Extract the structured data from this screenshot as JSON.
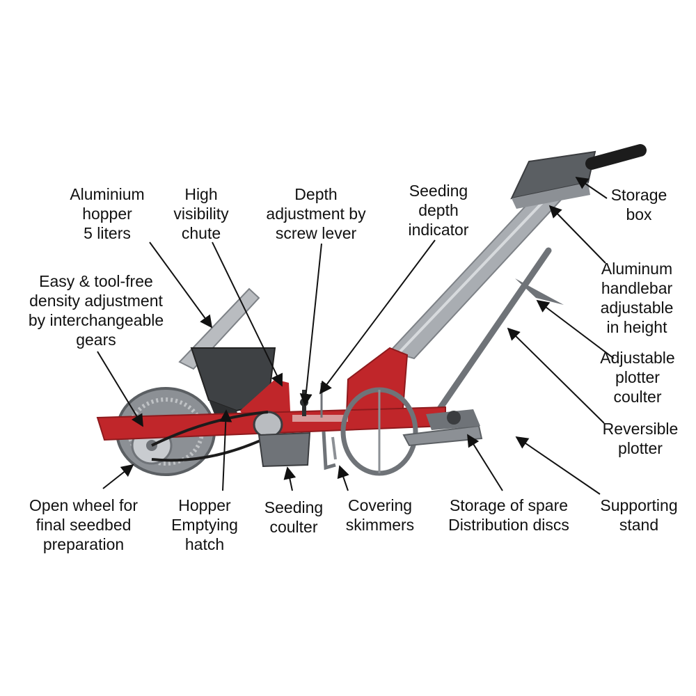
{
  "labels": {
    "storage_box": [
      "Storage",
      "box"
    ],
    "aluminum_handlebar": [
      "Aluminum",
      "handlebar",
      "adjustable",
      "in height"
    ],
    "adjustable_plotter_coulter": [
      "Adjustable",
      "plotter",
      "coulter"
    ],
    "reversible_plotter": [
      "Reversible",
      "plotter"
    ],
    "aluminium_hopper": [
      "Aluminium",
      "hopper",
      "5 liters"
    ],
    "high_visibility_chute": [
      "High",
      "visibility",
      "chute"
    ],
    "depth_adjustment": [
      "Depth",
      "adjustment by",
      "screw lever"
    ],
    "seeding_depth_indicator": [
      "Seeding",
      "depth",
      "indicator"
    ],
    "density_adjustment": [
      "Easy & tool-free",
      "density adjustment",
      "by interchangeable",
      "gears"
    ],
    "open_wheel": [
      "Open wheel for",
      "final seedbed",
      "preparation"
    ],
    "hopper_hatch": [
      "Hopper",
      "Emptying",
      "hatch"
    ],
    "seeding_coulter": [
      "Seeding",
      "coulter"
    ],
    "covering_skimmers": [
      "Covering",
      "skimmers"
    ],
    "spare_discs_storage": [
      "Storage of spare",
      "Distribution discs"
    ],
    "supporting_stand": [
      "Supporting",
      "stand"
    ]
  },
  "colors": {
    "frame_red": "#c0262a",
    "aluminium": "#a9adb2",
    "steel_grey": "#6f7378",
    "dark_grey": "#3b3d40",
    "text": "#111111"
  }
}
